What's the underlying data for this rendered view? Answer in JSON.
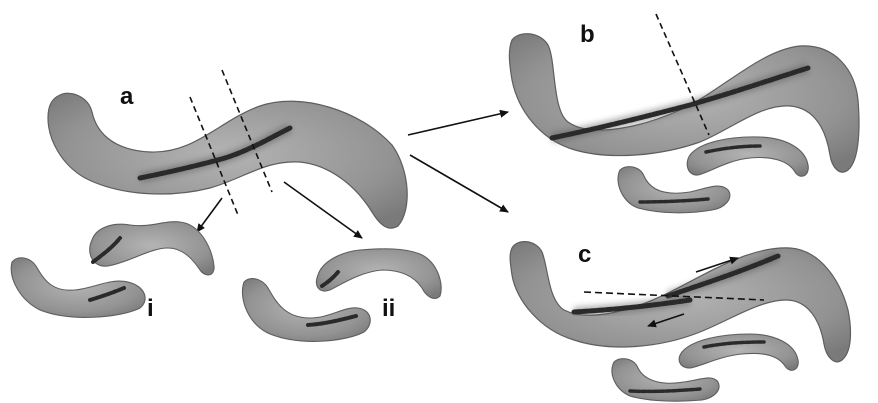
{
  "labels": {
    "a": "a",
    "b": "b",
    "c": "c",
    "i": "i",
    "ii": "ii"
  },
  "colors": {
    "cell_fill": "#8f8f8f",
    "cell_edge": "#5e5e5e",
    "chain_dark": "#2a2a2a",
    "line": "#111111"
  }
}
